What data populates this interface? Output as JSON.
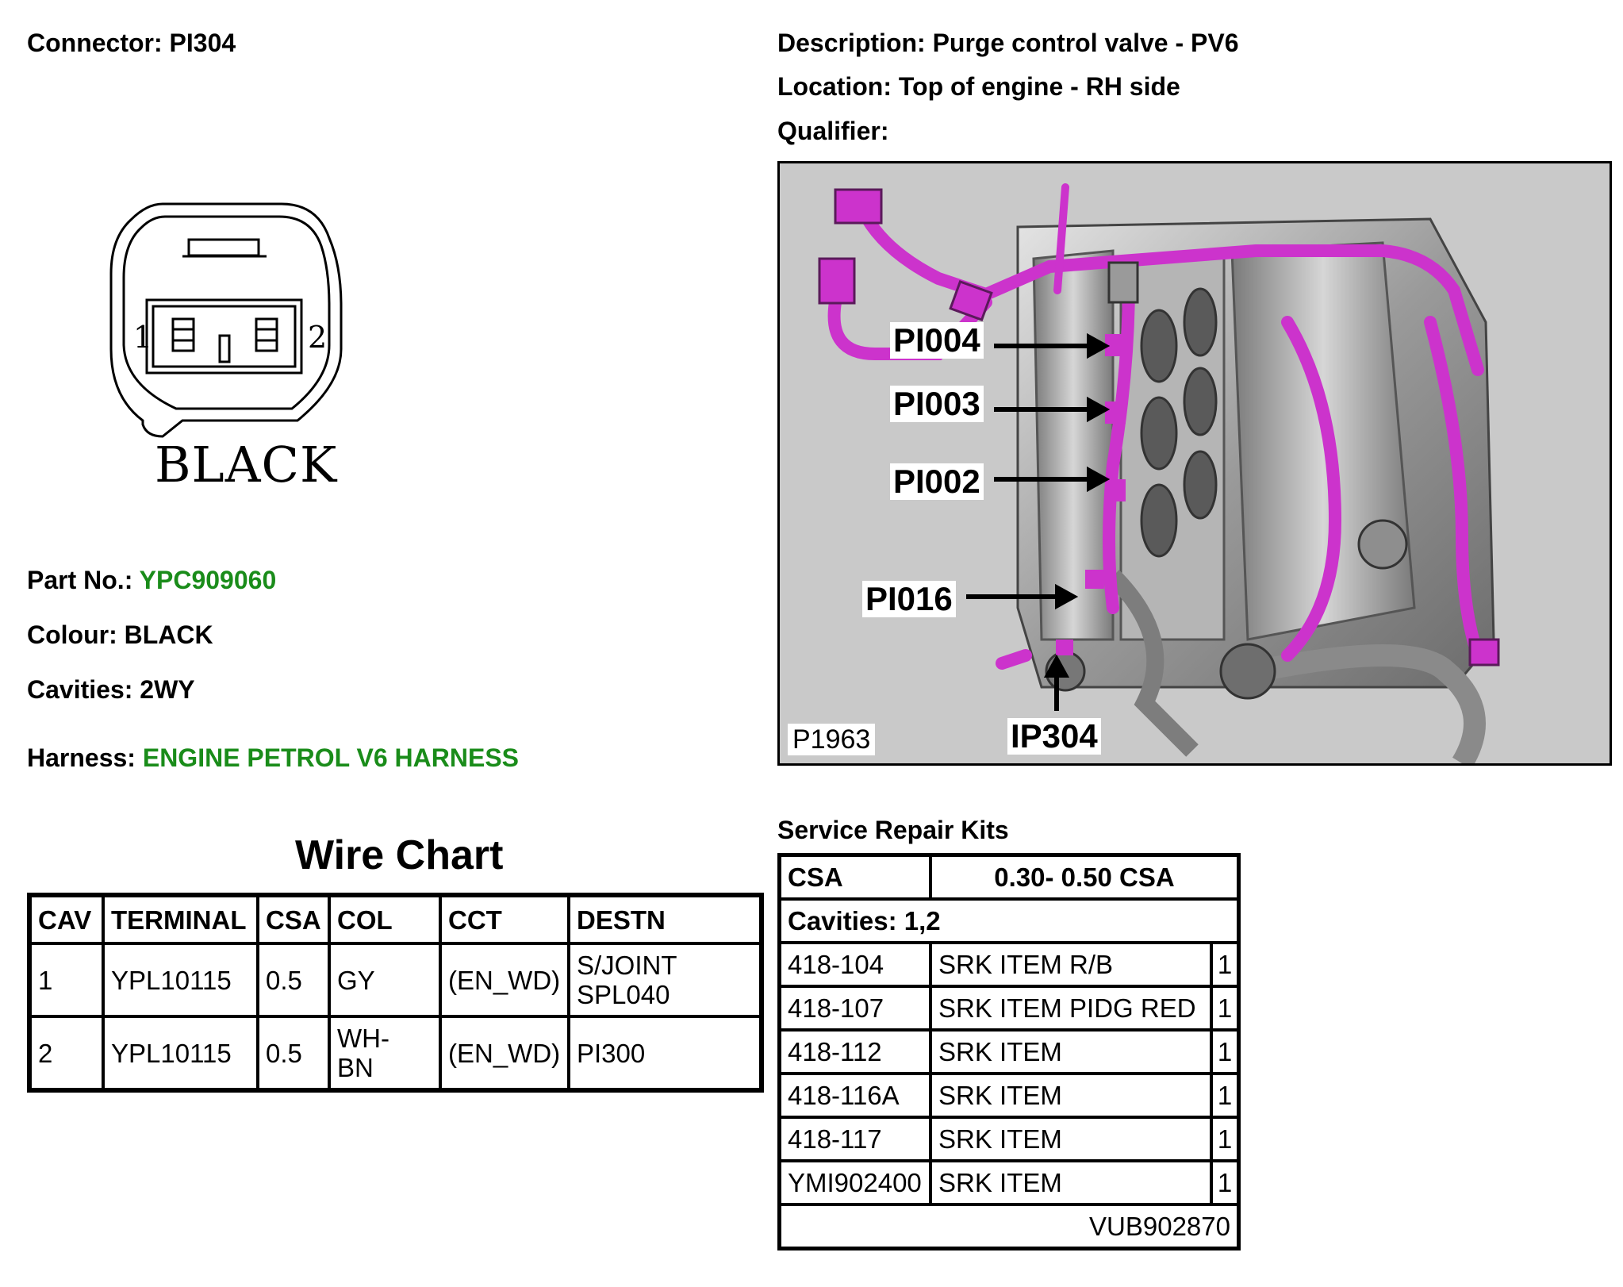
{
  "header": {
    "connector_label": "Connector:",
    "connector_value": "PI304",
    "description_label": "Description:",
    "description_value": "Purge control valve - PV6",
    "location_label": "Location:",
    "location_value": "Top of engine - RH side",
    "qualifier_label": "Qualifier:"
  },
  "connector": {
    "pin_left": "1",
    "pin_right": "2",
    "color_text": "BLACK"
  },
  "details": {
    "part_label": "Part No.:",
    "part_value": "YPC909060",
    "colour_label": "Colour:",
    "colour_value": "BLACK",
    "cavities_label": "Cavities:",
    "cavities_value": "2WY",
    "harness_label": "Harness:",
    "harness_value": "ENGINE PETROL V6 HARNESS",
    "link_color": "#1a8c1a"
  },
  "wire_chart": {
    "title": "Wire Chart",
    "headers": [
      "CAV",
      "TERMINAL",
      "CSA",
      "COL",
      "CCT",
      "DESTN"
    ],
    "rows": [
      {
        "cav": "1",
        "terminal": "YPL10115",
        "csa": "0.5",
        "col": "GY",
        "cct": "(EN_WD)",
        "destn_1": "S/JOINT",
        "destn_2": "SPL040"
      },
      {
        "cav": "2",
        "terminal": "YPL10115",
        "csa": "0.5",
        "col_1": "WH-",
        "col_2": "BN",
        "cct": "(EN_WD)",
        "destn_1": "PI300"
      }
    ]
  },
  "photo": {
    "callouts": [
      "PI004",
      "PI003",
      "PI002",
      "PI016",
      "IP304"
    ],
    "photo_id": "P1963",
    "harness_color": "#cc33cc"
  },
  "kits": {
    "title": "Service Repair Kits",
    "csa_label": "CSA",
    "csa_value": "0.30- 0.50 CSA",
    "cavities_text": "Cavities: 1,2",
    "items": [
      {
        "code": "418-104",
        "desc": "SRK ITEM R/B",
        "qty": "1"
      },
      {
        "code": "418-107",
        "desc": "SRK ITEM PIDG RED",
        "qty": "1"
      },
      {
        "code": "418-112",
        "desc": "SRK ITEM",
        "qty": "1"
      },
      {
        "code": "418-116A",
        "desc": "SRK ITEM",
        "qty": "1"
      },
      {
        "code": "418-117",
        "desc": "SRK ITEM",
        "qty": "1"
      },
      {
        "code": "YMI902400",
        "desc": "SRK ITEM",
        "qty": "1"
      }
    ],
    "reference": "VUB902870"
  }
}
